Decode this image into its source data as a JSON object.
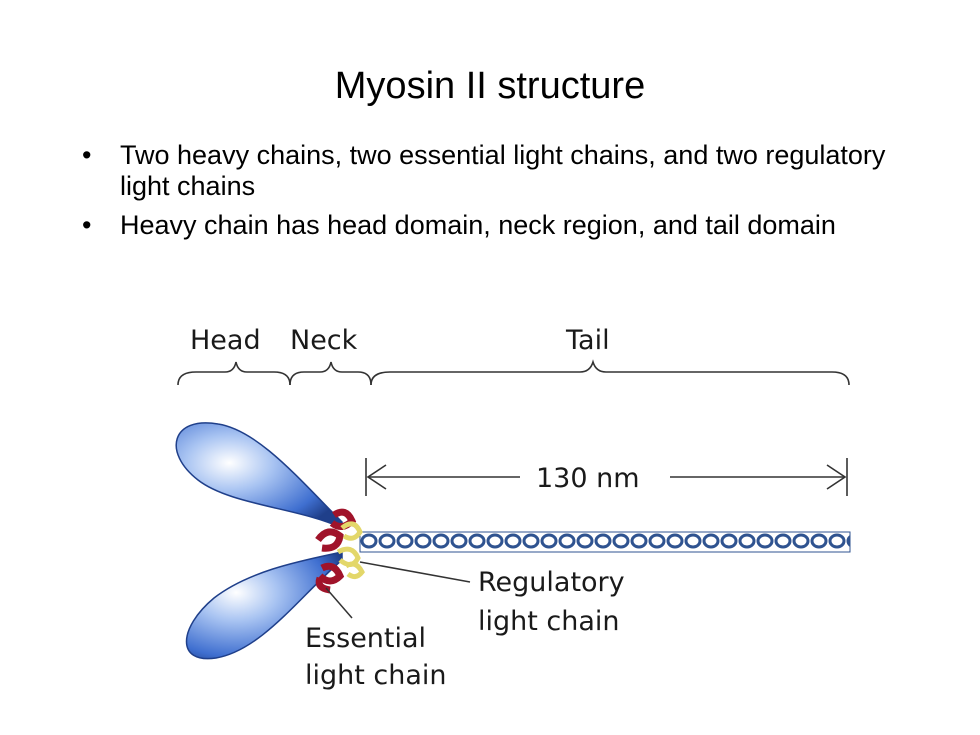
{
  "slide": {
    "title": "Myosin II structure",
    "bullets": [
      "Two heavy chains, two essential light chains, and two regulatory light chains",
      "Heavy chain has head domain, neck region, and tail domain"
    ],
    "bullet_symbol": "•"
  },
  "diagram": {
    "regions": {
      "head": "Head",
      "neck": "Neck",
      "tail": "Tail"
    },
    "length_label": "130 nm",
    "regulatory_label": [
      "Regulatory",
      "light chain"
    ],
    "essential_label": [
      "Essential",
      "light chain"
    ],
    "colors": {
      "head_blue": "#3f6fd0",
      "tail_blue": "#2f5390",
      "essential_red": "#a0132a",
      "regulatory_yellow": "#e3d76a"
    }
  }
}
